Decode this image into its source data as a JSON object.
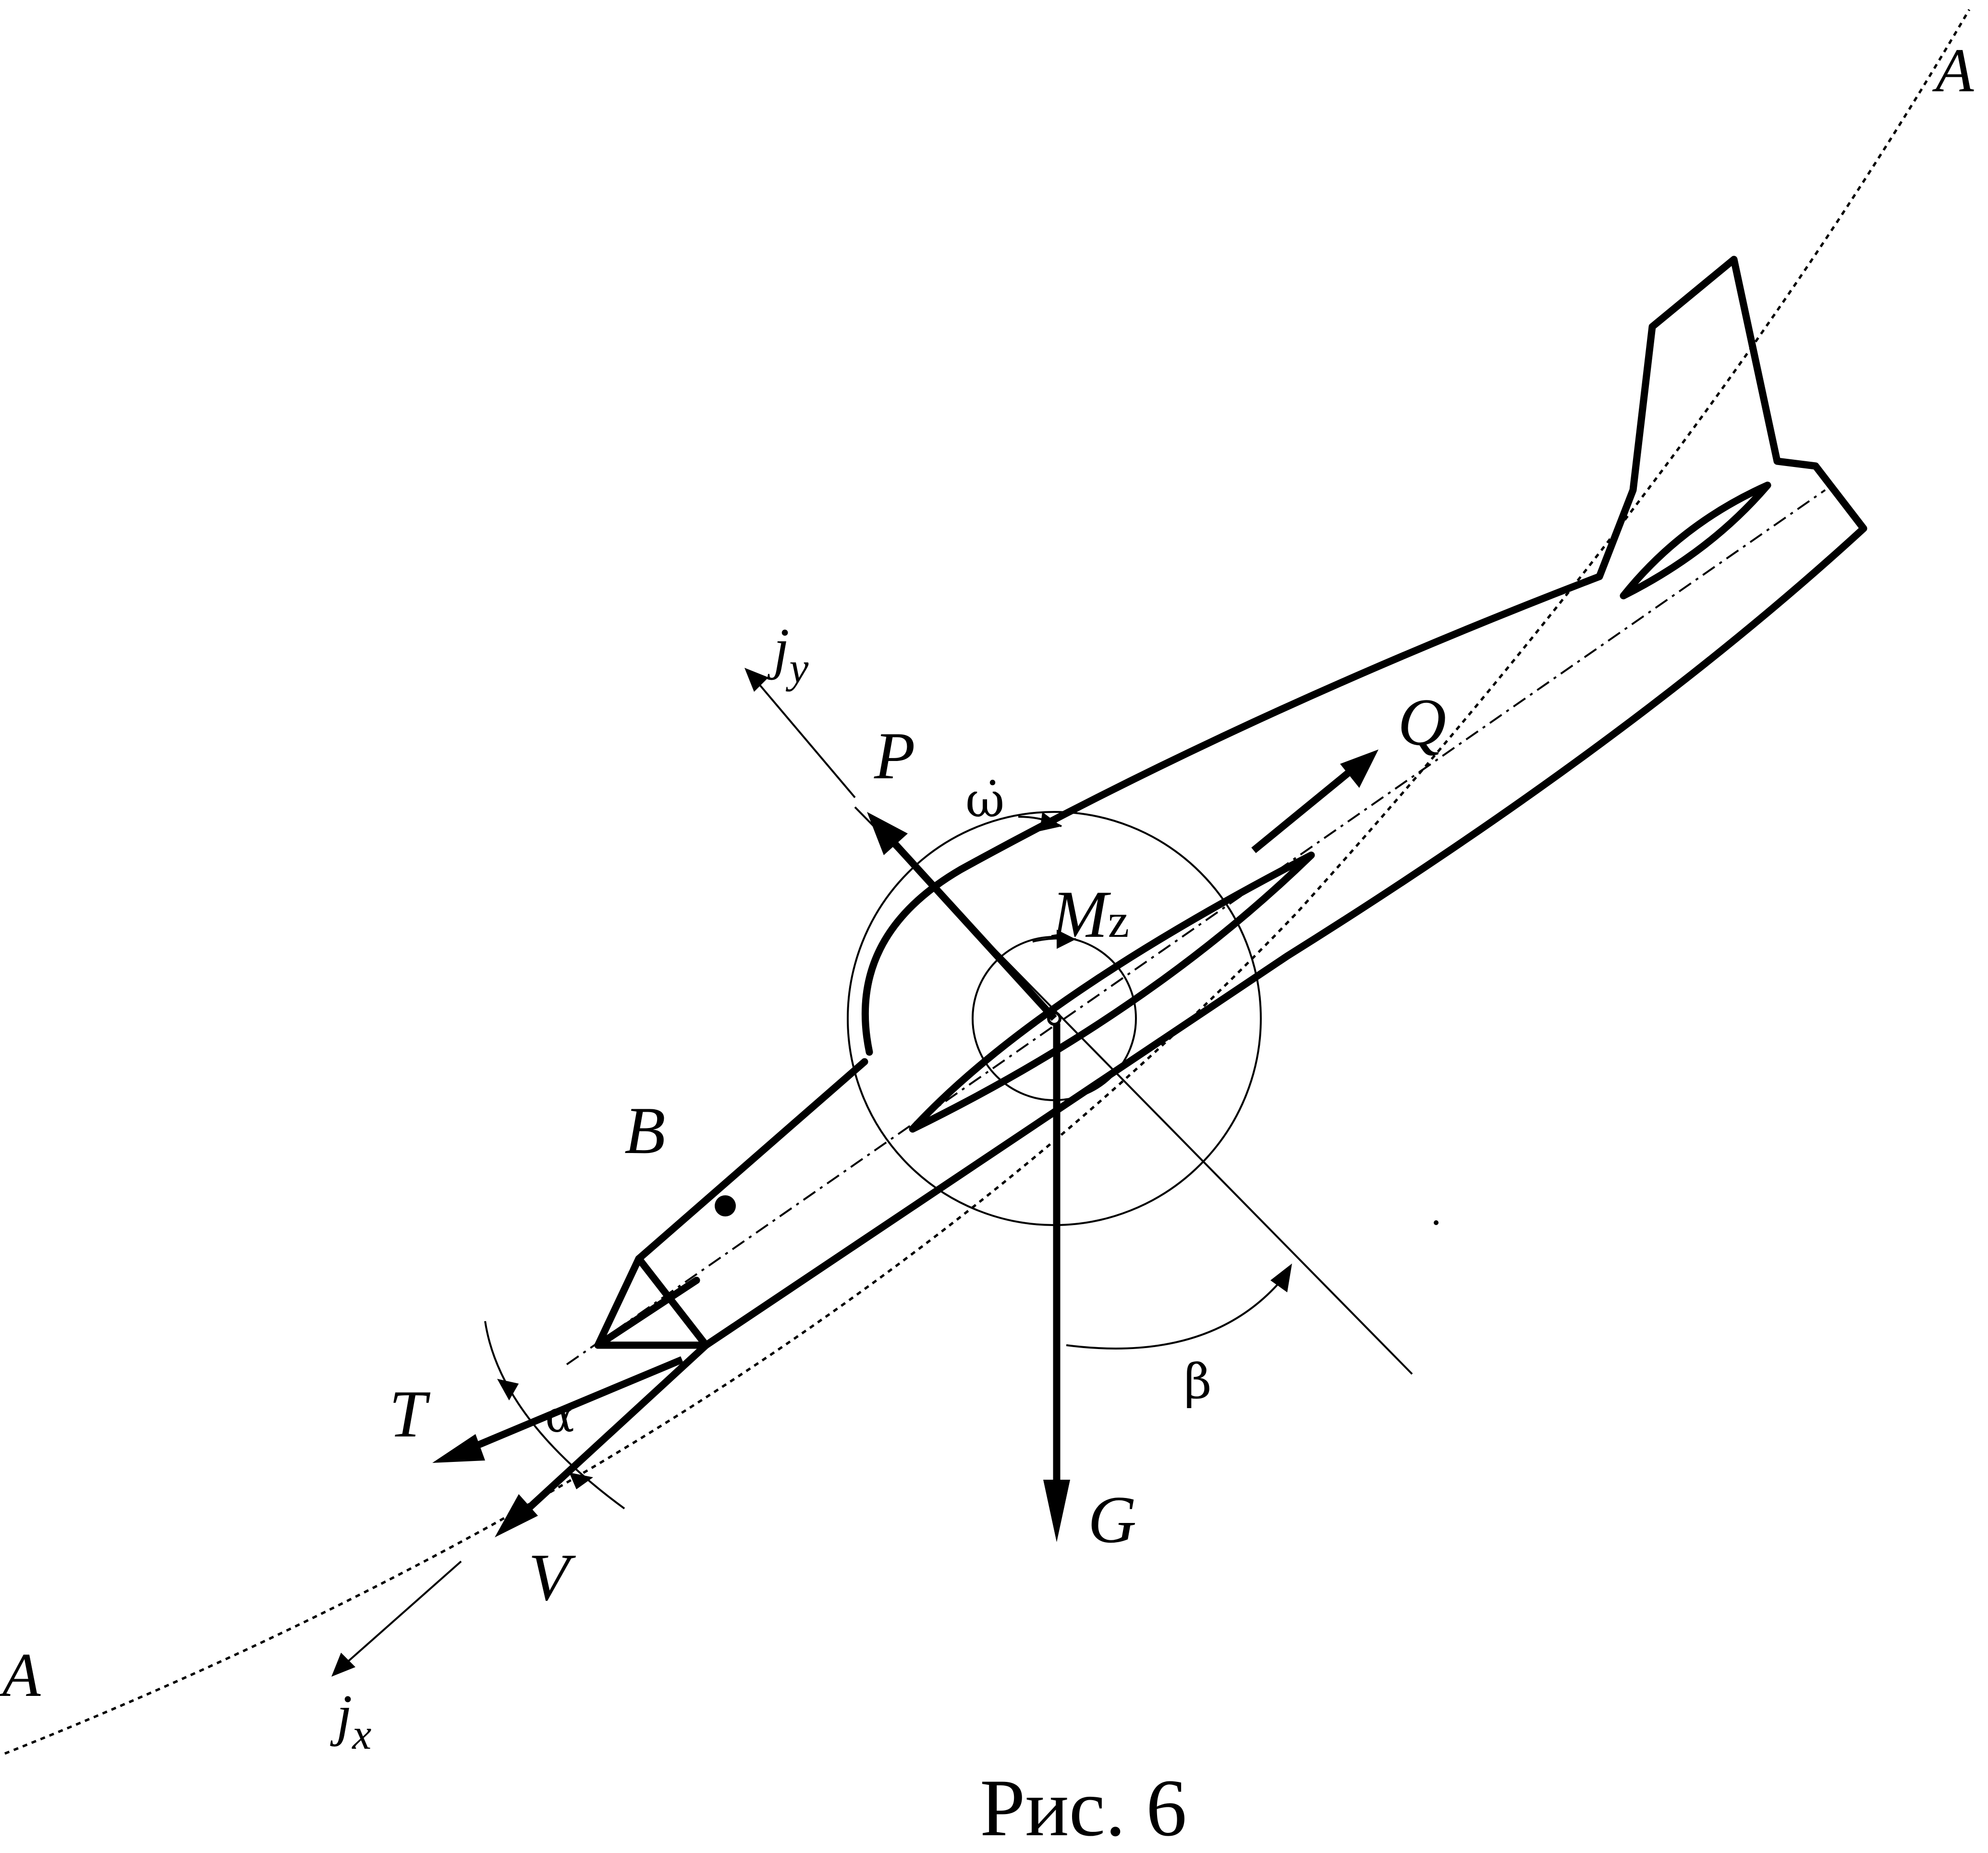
{
  "labels": {
    "A_top": "A",
    "A_bottom": "A",
    "jy": "j",
    "jy_sub": "y",
    "jx": "j",
    "jx_sub": "x",
    "P": "P",
    "Q": "Q",
    "omega_dot": "ω̇",
    "Mz": "M",
    "Mz_sub": "z",
    "B": "B",
    "T": "T",
    "alpha": "α",
    "V": "V",
    "G": "G",
    "beta": "β"
  },
  "caption": "Рис. 6"
}
